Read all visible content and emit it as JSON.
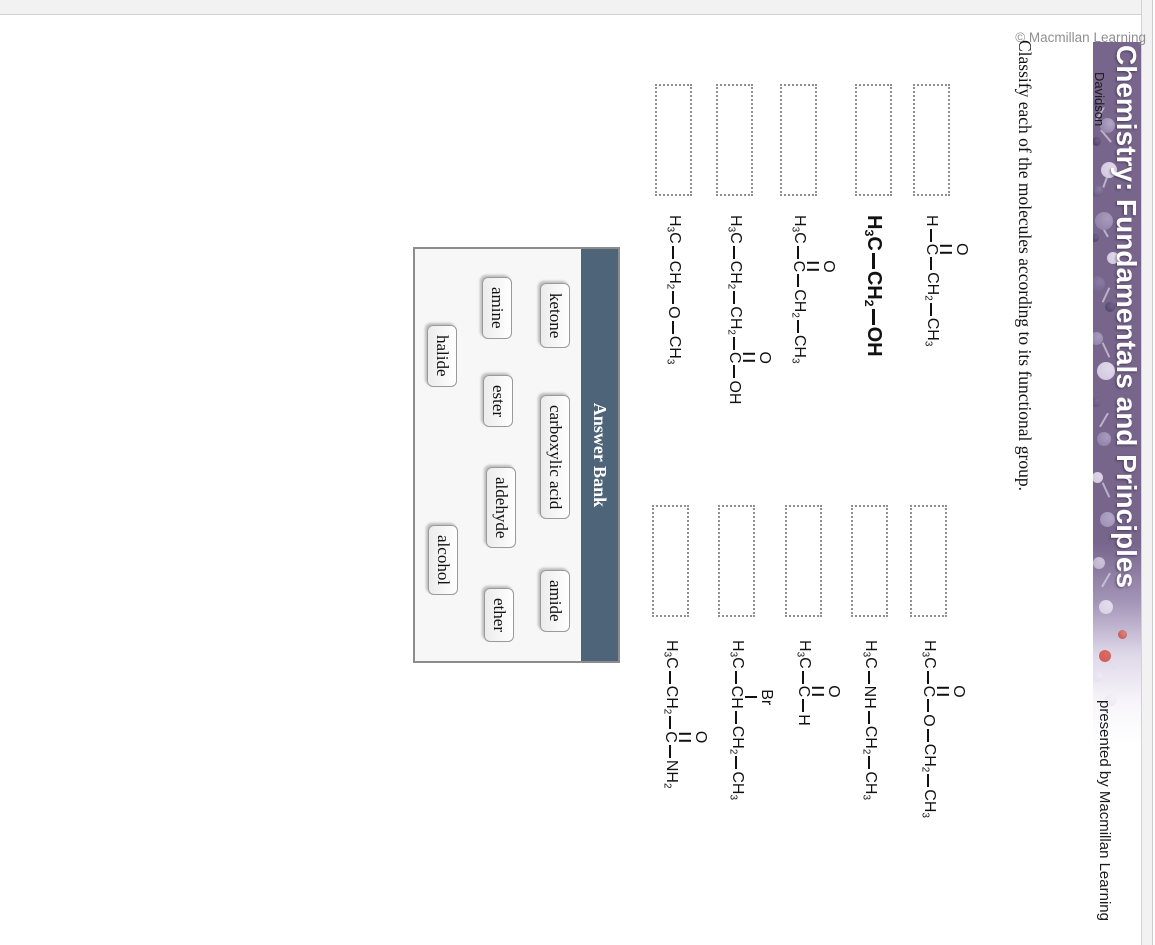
{
  "watermark": "© Macmillan Learning",
  "banner": {
    "title": "Chemistry: Fundamentals and Principles",
    "author": "Davidson",
    "presented_by": "presented by Macmillan Learning",
    "bg_color": "#77658b"
  },
  "question": "Classify each of the molecules according to its functional group.",
  "molecule_columns": [
    {
      "molecules": [
        {
          "formula_text": "H-C(=O)-CH2-CH3",
          "tokens": [
            {
              "t": "H"
            },
            {
              "t": "C",
              "branch": "O",
              "branch_bond": 2
            },
            {
              "t": "CH2"
            },
            {
              "t": "CH3"
            }
          ]
        },
        {
          "formula_text": "H3C-CH2-OH",
          "large": true,
          "tokens": [
            {
              "t": "H3C"
            },
            {
              "t": "CH2"
            },
            {
              "t": "OH"
            }
          ]
        },
        {
          "formula_text": "H3C-C(=O)-CH2-CH3",
          "tokens": [
            {
              "t": "H3C"
            },
            {
              "t": "C",
              "branch": "O",
              "branch_bond": 2
            },
            {
              "t": "CH2"
            },
            {
              "t": "CH3"
            }
          ]
        },
        {
          "formula_text": "H3C-CH2-CH2-C(=O)-OH",
          "tokens": [
            {
              "t": "H3C"
            },
            {
              "t": "CH2"
            },
            {
              "t": "CH2"
            },
            {
              "t": "C",
              "branch": "O",
              "branch_bond": 2
            },
            {
              "t": "OH"
            }
          ]
        },
        {
          "formula_text": "H3C-CH2-O-CH3",
          "tokens": [
            {
              "t": "H3C"
            },
            {
              "t": "CH2"
            },
            {
              "t": "O"
            },
            {
              "t": "CH3"
            }
          ]
        }
      ]
    },
    {
      "molecules": [
        {
          "formula_text": "H3C-C(=O)-O-CH2-CH3",
          "tokens": [
            {
              "t": "H3C"
            },
            {
              "t": "C",
              "branch": "O",
              "branch_bond": 2
            },
            {
              "t": "O"
            },
            {
              "t": "CH2"
            },
            {
              "t": "CH3"
            }
          ]
        },
        {
          "formula_text": "H3C-NH-CH2-CH3",
          "tokens": [
            {
              "t": "H3C"
            },
            {
              "t": "NH"
            },
            {
              "t": "CH2"
            },
            {
              "t": "CH3"
            }
          ]
        },
        {
          "formula_text": "H3C-C(=O)-H",
          "tokens": [
            {
              "t": "H3C"
            },
            {
              "t": "C",
              "branch": "O",
              "branch_bond": 2
            },
            {
              "t": "H"
            }
          ]
        },
        {
          "formula_text": "H3C-CH(Br)-CH2-CH3",
          "tokens": [
            {
              "t": "H3C"
            },
            {
              "t": "CH",
              "branch": "Br",
              "branch_bond": 1
            },
            {
              "t": "CH2"
            },
            {
              "t": "CH3"
            }
          ]
        },
        {
          "formula_text": "H3C-CH2-C(=O)-NH2",
          "tokens": [
            {
              "t": "H3C"
            },
            {
              "t": "CH2"
            },
            {
              "t": "C",
              "branch": "O",
              "branch_bond": 2
            },
            {
              "t": "NH2"
            }
          ]
        }
      ]
    }
  ],
  "answer_bank": {
    "title": "Answer Bank",
    "header_color": "#4e6478",
    "chips": [
      {
        "label": "ketone"
      },
      {
        "label": "carboxylic acid"
      },
      {
        "label": "amide"
      },
      {
        "label": "amine"
      },
      {
        "label": "ester"
      },
      {
        "label": "aldehyde"
      },
      {
        "label": "ether"
      },
      {
        "label": "halide"
      },
      {
        "label": "alcohol"
      }
    ]
  }
}
